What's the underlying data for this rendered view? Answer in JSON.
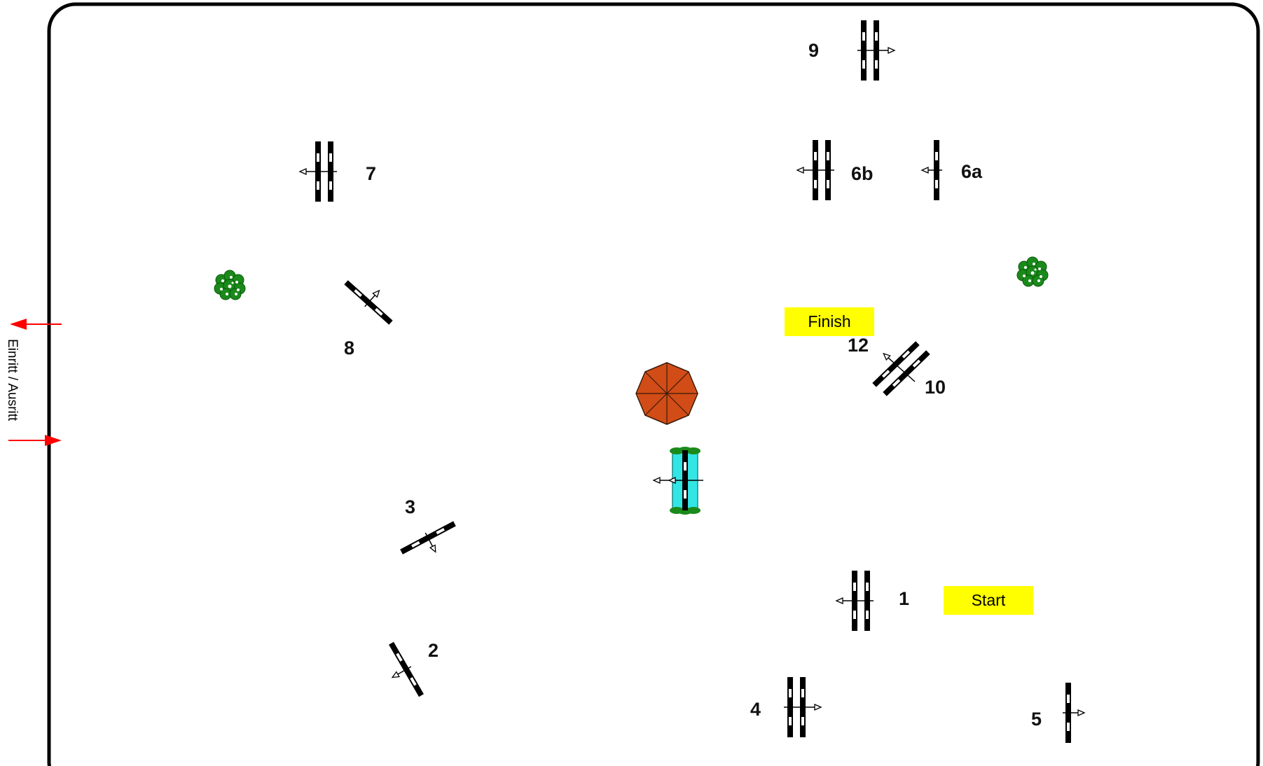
{
  "course": {
    "start_label": "Start",
    "finish_label": "Finish",
    "gate_label": "Einritt / Ausritt",
    "obstacles": [
      {
        "key": "9",
        "label": "9",
        "type": "oxer",
        "arrow": "right"
      },
      {
        "key": "7",
        "label": "7",
        "type": "oxer",
        "arrow": "left"
      },
      {
        "key": "6b",
        "label": "6b",
        "type": "oxer",
        "arrow": "left"
      },
      {
        "key": "6a",
        "label": "6a",
        "type": "vertical",
        "arrow": "left"
      },
      {
        "key": "8",
        "label": "8",
        "type": "vertical",
        "arrow": "up-right"
      },
      {
        "key": "12",
        "label": "12",
        "type": "combination",
        "arrow": "up-left"
      },
      {
        "key": "10",
        "label": "10",
        "type": "combination",
        "arrow": "up-left"
      },
      {
        "key": "water",
        "label": "",
        "type": "water-jump",
        "arrow": "left"
      },
      {
        "key": "3",
        "label": "3",
        "type": "vertical",
        "arrow": "down"
      },
      {
        "key": "1",
        "label": "1",
        "type": "oxer",
        "arrow": "left"
      },
      {
        "key": "2",
        "label": "2",
        "type": "vertical",
        "arrow": "left"
      },
      {
        "key": "4",
        "label": "4",
        "type": "oxer",
        "arrow": "right"
      },
      {
        "key": "5",
        "label": "5",
        "type": "vertical",
        "arrow": "right"
      }
    ],
    "decorations": [
      "bush-icon",
      "bush-icon",
      "umbrella-icon"
    ],
    "colors": {
      "border": "#000000",
      "start_finish_bg": "#ffff00",
      "gate_arrow": "#ff0000",
      "water": "#33e5e5",
      "bush": "#1a8a1a",
      "umbrella": "#d9531a",
      "rail": "#000000"
    }
  }
}
